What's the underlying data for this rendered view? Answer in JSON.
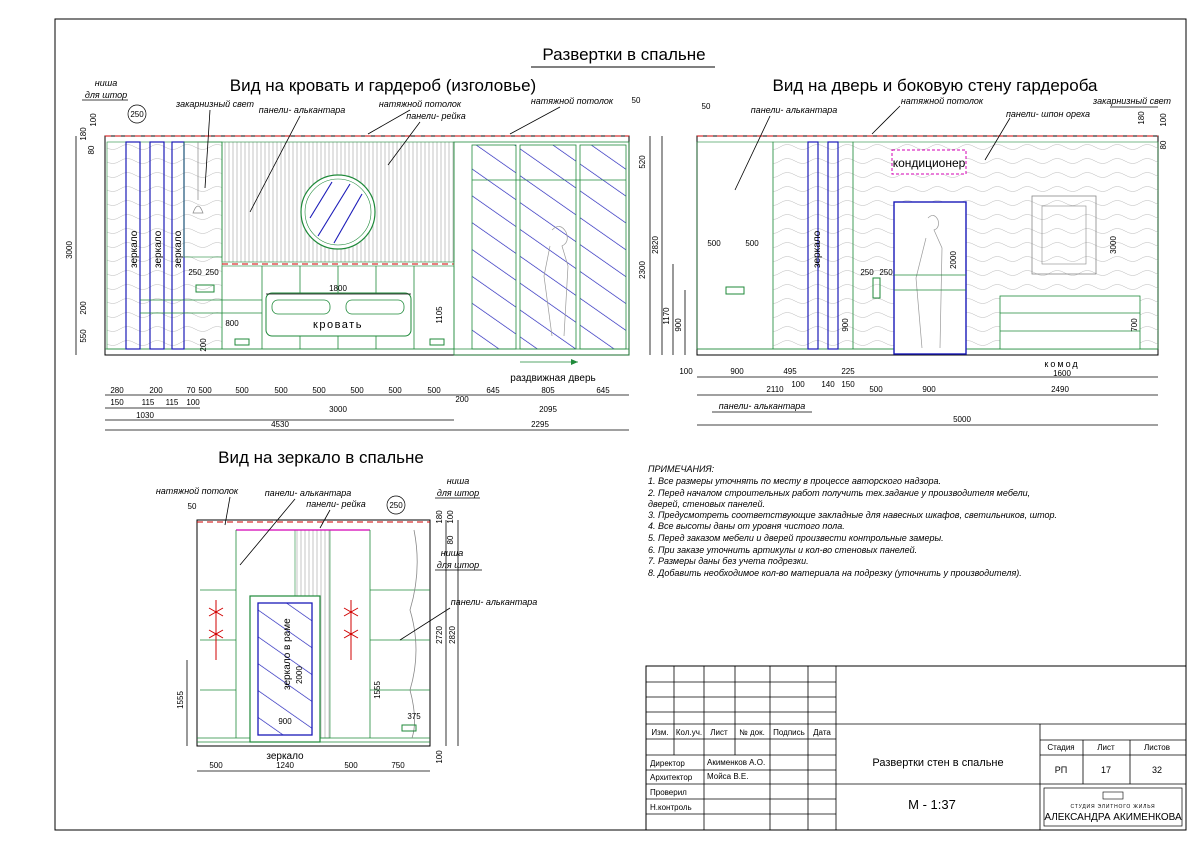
{
  "sheet_title": "Развертки в спальне",
  "views": {
    "bed": {
      "title": "Вид на кровать и гардероб (изголовье)",
      "labels": {
        "niche1": "ниша",
        "niche2": "для штор",
        "cornice": "закарнизный свет",
        "alcantara": "панели- алькантара",
        "stretch": "натяжной потолок",
        "slats": "панели- рейка",
        "stretch2": "натяжной потолок",
        "mirror": "зеркало",
        "bed": "кровать",
        "sliding_door": "раздвижная дверь"
      },
      "dims_top": [
        "250",
        "50",
        "180",
        "100",
        "80"
      ],
      "dims_left": [
        "3000",
        "200",
        "550"
      ],
      "dims_right": [
        "520",
        "2300",
        "2820",
        "1105",
        "200"
      ],
      "dims_inner": [
        "250",
        "250",
        "1800",
        "800",
        "200"
      ],
      "dims_bottom_row1": [
        "280",
        "200",
        "70",
        "500",
        "500",
        "500",
        "500",
        "500",
        "500",
        "500",
        "645",
        "805",
        "645"
      ],
      "dims_bottom_row2": [
        "150",
        "115",
        "115",
        "100",
        "200"
      ],
      "dims_bottom_row3": [
        "1030",
        "3000",
        "2095"
      ],
      "dims_bottom_row4": [
        "4530",
        "2295"
      ]
    },
    "door": {
      "title": "Вид на дверь и боковую стену гардероба",
      "labels": {
        "alcantara": "панели- алькантара",
        "stretch": "натяжной потолок",
        "walnut": "панели- шпон ореха",
        "cornice": "закарнизный свет",
        "ac": "кондиционер",
        "mirror": "зеркало",
        "commode": "комод",
        "alcantara_bottom": "панели- алькантара"
      },
      "dims_top": [
        "50",
        "180",
        "100",
        "80"
      ],
      "dims_left": [
        "500",
        "500",
        "1170",
        "900"
      ],
      "dims_inner": [
        "250",
        "250",
        "2000",
        "900",
        "3000",
        "700"
      ],
      "dims_bottom_row1": [
        "100",
        "900",
        "495",
        "225",
        "1600"
      ],
      "dims_bottom_row2": [
        "2110",
        "100",
        "140",
        "150",
        "500",
        "900",
        "2490"
      ],
      "dims_bottom_row3": [
        "5000"
      ]
    },
    "mirror": {
      "title": "Вид на зеркало в спальне",
      "labels": {
        "stretch": "натяжной потолок",
        "alcantara": "панели- алькантара",
        "slats": "панели- рейка",
        "niche1": "ниша",
        "niche2": "для штор",
        "niche3": "ниша",
        "niche4": "для штор",
        "alcantara2": "панели- алькантара",
        "mirror_frame": "зеркало в раме",
        "mirror": "зеркало"
      },
      "dims": [
        "50",
        "250",
        "180",
        "100",
        "80",
        "2720",
        "2820",
        "1555",
        "1555",
        "2000",
        "900",
        "375",
        "100"
      ],
      "dims_bottom": [
        "500",
        "1240",
        "500",
        "750"
      ]
    }
  },
  "notes": {
    "heading": "ПРИМЕЧАНИЯ:",
    "items": [
      "1. Все размеры уточнять по месту в процессе авторского надзора.",
      "2. Перед началом строительных работ получить тех.задание у производителя мебели,",
      "дверей, стеновых панелей.",
      "3. Предусмотреть соответствующие закладные для навесных шкафов, светильников, штор.",
      "4. Все высоты даны от уровня чистого пола.",
      "5. Перед заказом мебели и дверей произвести контрольные замеры.",
      "6. При заказе уточнить артикулы и кол-во стеновых панелей.",
      "7. Размеры даны без учета подрезки.",
      "8. Добавить необходимое кол-во материала на подрезку (уточнить у производителя)."
    ]
  },
  "title_block": {
    "col_headers": [
      "Изм.",
      "Кол.уч.",
      "Лист",
      "№ док.",
      "Подпись",
      "Дата"
    ],
    "roles": [
      {
        "role": "Директор",
        "name": "Акименков А.О."
      },
      {
        "role": "Архитектор",
        "name": "Мойса В.Е."
      },
      {
        "role": "Проверил",
        "name": ""
      },
      {
        "role": "Н.контроль",
        "name": ""
      }
    ],
    "drawing_name": "Развертки стен в спальне",
    "scale": "М - 1:37",
    "stage_header": "Стадия",
    "sheet_header": "Лист",
    "sheets_header": "Листов",
    "stage": "РП",
    "sheet": "17",
    "sheets": "32",
    "logo_small": "СТУДИЯ ЭЛИТНОГО ЖИЛЬЯ",
    "logo_big": "АЛЕКСАНДРА АКИМЕНКОВА"
  },
  "colors": {
    "green": "#1f8a3a",
    "blue": "#1a1ab8",
    "magenta": "#d400b4",
    "red": "#d10000"
  }
}
